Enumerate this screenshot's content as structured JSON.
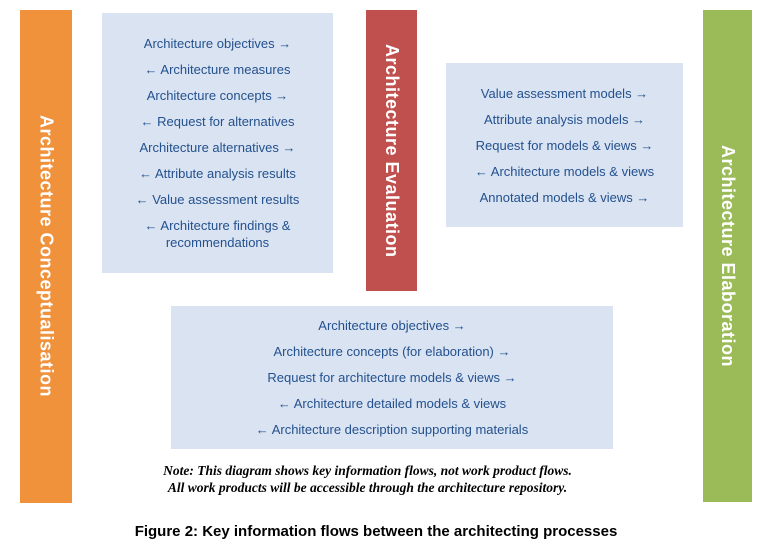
{
  "palette": {
    "conceptualisation_bar": "#F0913C",
    "evaluation_bar": "#C0504D",
    "elaboration_bar": "#9BBB59",
    "flow_box_bg": "#DAE3F1",
    "flow_text": "#23518F",
    "bar_text": "#FFFFFF",
    "note_text": "#000000"
  },
  "process_bars": {
    "conceptualisation": "Architecture Conceptualisation",
    "evaluation": "Architecture Evaluation",
    "elaboration": "Architecture Elaboration"
  },
  "flow_boxes": {
    "conceptualisation_evaluation": [
      "Architecture objectives →",
      "← Architecture measures",
      "Architecture concepts →",
      "← Request for alternatives",
      "Architecture alternatives →",
      "← Attribute analysis results",
      "← Value assessment results",
      "← Architecture findings & recommendations"
    ],
    "evaluation_elaboration": [
      "Value assessment models →",
      "Attribute analysis models →",
      "Request for models & views →",
      "← Architecture models & views",
      "Annotated models & views →"
    ],
    "conceptualisation_elaboration": [
      "Architecture objectives →",
      "Architecture concepts (for elaboration) →",
      "Request for architecture models & views →",
      "← Architecture detailed models & views",
      "← Architecture description supporting materials"
    ]
  },
  "note": {
    "line1": "Note:  This diagram shows key information flows, not work product flows.",
    "line2": "All work products will be accessible through the architecture repository."
  },
  "caption": "Figure 2: Key information flows between the architecting processes"
}
